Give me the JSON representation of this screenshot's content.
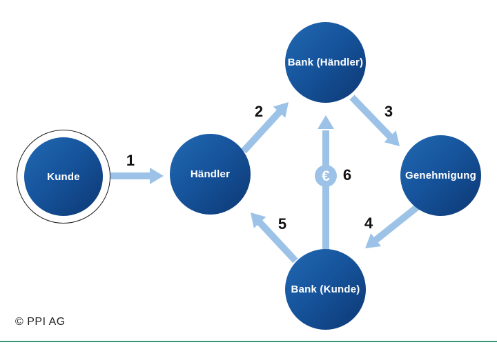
{
  "diagram": {
    "title_hint": "payment-flow-diagram",
    "nodes": [
      {
        "id": "kunde",
        "label": "Kunde",
        "highlighted_with_ring": true
      },
      {
        "id": "haendler",
        "label": "Händler",
        "highlighted_with_ring": false
      },
      {
        "id": "bank-haendler",
        "label": "Bank (Händler)",
        "highlighted_with_ring": false
      },
      {
        "id": "genehmigung",
        "label": "Genehmigung",
        "highlighted_with_ring": false
      },
      {
        "id": "bank-kunde",
        "label": "Bank (Kunde)",
        "highlighted_with_ring": false
      }
    ],
    "steps": [
      {
        "number": "1",
        "from": "Kunde",
        "to": "Händler"
      },
      {
        "number": "2",
        "from": "Händler",
        "to": "Bank (Händler)"
      },
      {
        "number": "3",
        "from": "Bank (Händler)",
        "to": "Genehmigung"
      },
      {
        "number": "4",
        "from": "Genehmigung",
        "to": "Bank (Kunde)"
      },
      {
        "number": "5",
        "from": "Bank (Kunde)",
        "to": "Händler"
      },
      {
        "number": "6",
        "from": "Bank (Kunde)",
        "to": "Bank (Händler)",
        "badge": "€"
      }
    ],
    "euro_symbol": "€"
  },
  "footer": {
    "copyright": "© PPI AG"
  },
  "colors": {
    "node_gradient_start": "#2169b2",
    "node_gradient_end": "#0d3874",
    "arrow_blue": "#9cc3e7",
    "number_black": "#111111",
    "footer_green": "#3d9379",
    "node_text": "#ffffff",
    "background": "#ffffff"
  }
}
